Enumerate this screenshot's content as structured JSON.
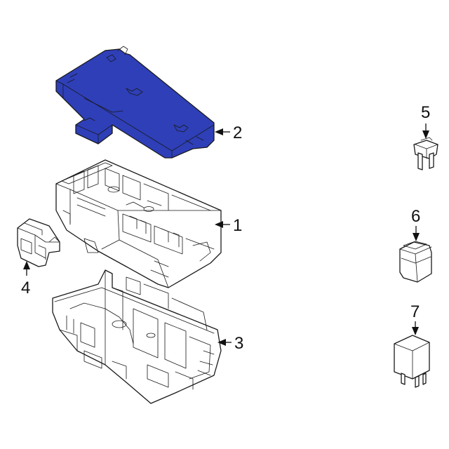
{
  "diagram": {
    "highlight_color": "#2e3fb8",
    "outline_color": "#1a1a1a",
    "callouts": [
      {
        "id": "housing",
        "label": "1"
      },
      {
        "id": "cover",
        "label": "2"
      },
      {
        "id": "lower-tray",
        "label": "3"
      },
      {
        "id": "bracket",
        "label": "4"
      },
      {
        "id": "blade-fuse",
        "label": "5"
      },
      {
        "id": "cartridge-fuse",
        "label": "6"
      },
      {
        "id": "relay",
        "label": "7"
      }
    ]
  }
}
